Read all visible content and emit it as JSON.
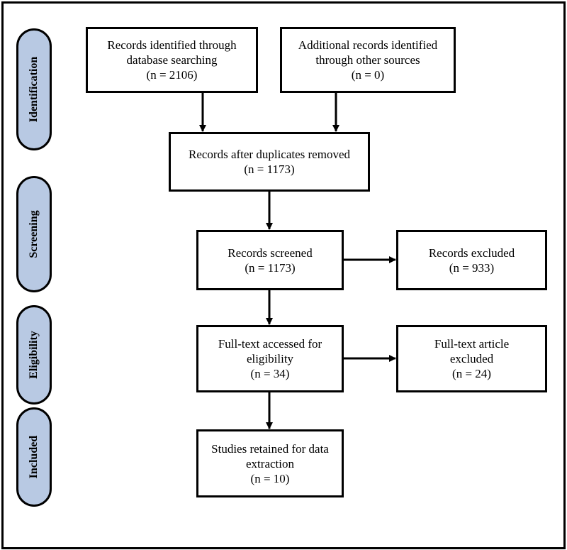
{
  "phases": {
    "identification": "Identification",
    "screening": "Screening",
    "eligibility": "Eligibility",
    "included": "Included"
  },
  "boxes": {
    "database": {
      "line1": "Records identified through",
      "line2": "database searching",
      "line3": "(n = 2106)"
    },
    "other": {
      "line1": "Additional records identified",
      "line2": "through other sources",
      "line3": "(n = 0)"
    },
    "duplicates": {
      "line1": "Records after duplicates removed",
      "line2": "(n = 1173)"
    },
    "screened": {
      "line1": "Records screened",
      "line2": "(n = 1173)"
    },
    "excluded": {
      "line1": "Records excluded",
      "line2": "(n = 933)"
    },
    "fulltext": {
      "line1": "Full-text accessed for",
      "line2": "eligibility",
      "line3": "(n = 34)"
    },
    "fulltext_excluded": {
      "line1": "Full-text article",
      "line2": "excluded",
      "line3": "(n = 24)"
    },
    "retained": {
      "line1": "Studies retained for data",
      "line2": "extraction",
      "line3": "(n = 10)"
    }
  }
}
